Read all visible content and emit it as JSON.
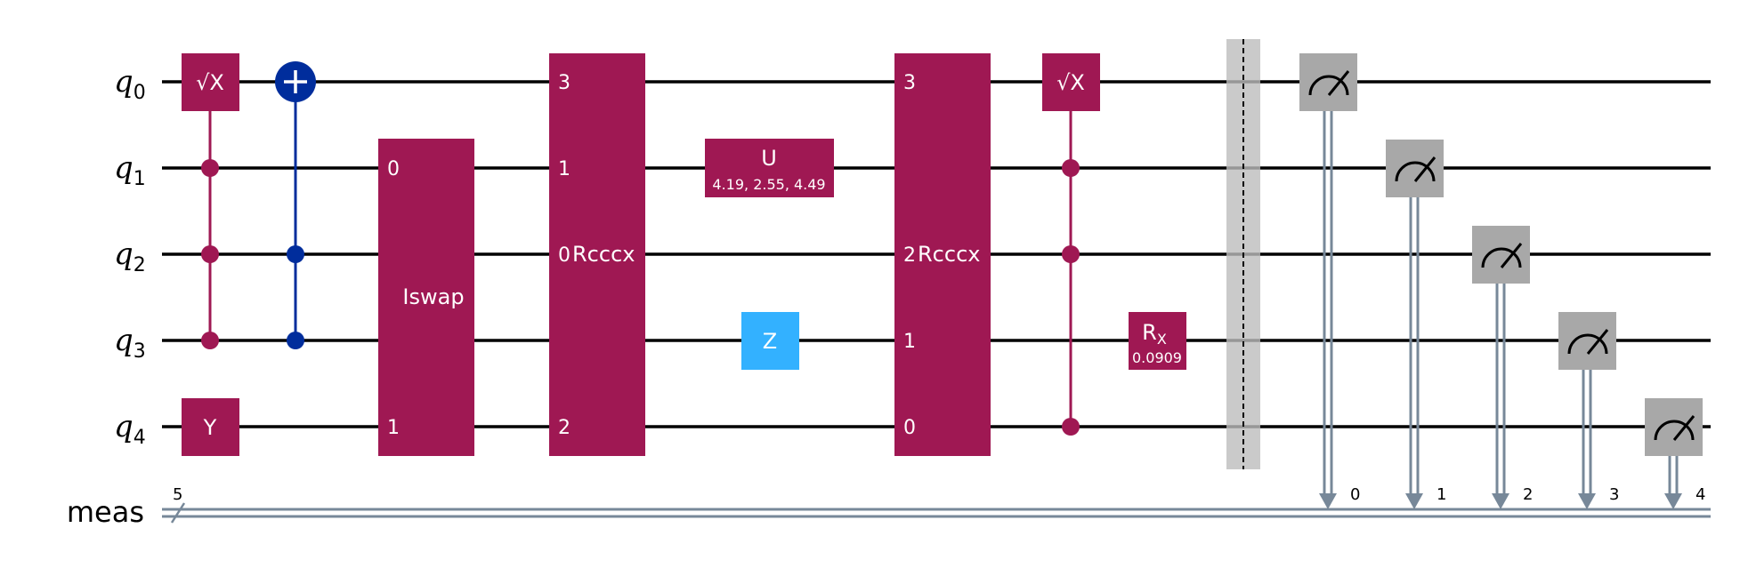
{
  "qubits": [
    {
      "letter": "q",
      "index": "0"
    },
    {
      "letter": "q",
      "index": "1"
    },
    {
      "letter": "q",
      "index": "2"
    },
    {
      "letter": "q",
      "index": "3"
    },
    {
      "letter": "q",
      "index": "4"
    }
  ],
  "classical": {
    "name": "meas",
    "width": "5",
    "bits": [
      "0",
      "1",
      "2",
      "3",
      "4"
    ]
  },
  "colors": {
    "gate": "#9f1853",
    "cnot": "#002d9c",
    "z_gate": "#33b1ff",
    "measure": "#a8a8a8",
    "barrier": "#bdbdbd",
    "classical": "#778899"
  },
  "gates": {
    "sx1": {
      "label": "√X"
    },
    "y": {
      "label": "Y"
    },
    "iswap": {
      "label": "Iswap",
      "pins": [
        "0",
        "1"
      ]
    },
    "rcccx1": {
      "label": "Rcccx",
      "pins": [
        "3",
        "1",
        "0",
        "2"
      ]
    },
    "u": {
      "label": "U",
      "params": "4.19, 2.55, 4.49"
    },
    "z": {
      "label": "Z"
    },
    "rcccx2": {
      "label": "Rcccx",
      "pins": [
        "3",
        "2",
        "1",
        "0"
      ]
    },
    "sx2": {
      "label": "√X"
    },
    "rx": {
      "label": "R",
      "sub": "X",
      "params": "0.0909"
    }
  }
}
